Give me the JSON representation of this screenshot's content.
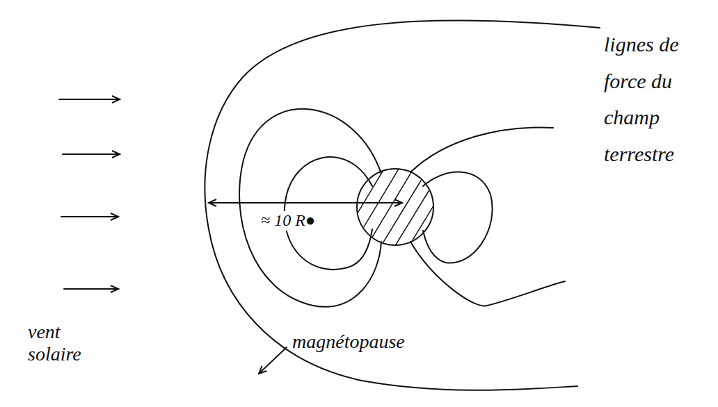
{
  "diagram": {
    "labels": [
      "vent solaire",
      "magnétopause",
      "≈ 10 R●",
      "lignes de force du champ terrestre"
    ]
  }
}
